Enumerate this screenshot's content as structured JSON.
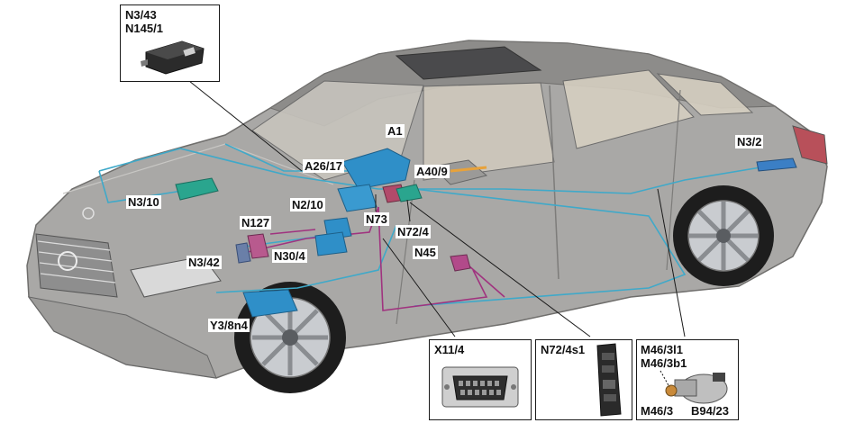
{
  "colors": {
    "background": "#ffffff",
    "car_body": "#a9a8a6",
    "wiring_blue": "#3fa9c9",
    "wiring_magenta": "#a0337f",
    "component_blue": "#2f8fc8",
    "component_green": "#2aa58e",
    "label_text": "#111111"
  },
  "callouts": {
    "A1": "A1",
    "A26_17": "A26/17",
    "A40_9": "A40/9",
    "N3_2": "N3/2",
    "N3_10": "N3/10",
    "N2_10": "N2/10",
    "N127": "N127",
    "N73": "N73",
    "N72_4": "N72/4",
    "N30_4": "N30/4",
    "N3_42": "N3/42",
    "N45": "N45",
    "Y3_8n4": "Y3/8n4"
  },
  "insets": {
    "top_module": {
      "line1": "N3/43",
      "line2": "N145/1",
      "icon": "control-module-icon"
    },
    "diagnostic_connector": {
      "label": "X11/4",
      "icon": "obd-connector-icon"
    },
    "switch_panel": {
      "label": "N72/4s1",
      "icon": "door-switch-panel-icon"
    },
    "brake_actuator": {
      "line1": "M46/3l1",
      "line2": "M46/3b1",
      "bottom_left": "M46/3",
      "bottom_right": "B94/23",
      "icon": "brake-booster-motor-icon"
    }
  }
}
